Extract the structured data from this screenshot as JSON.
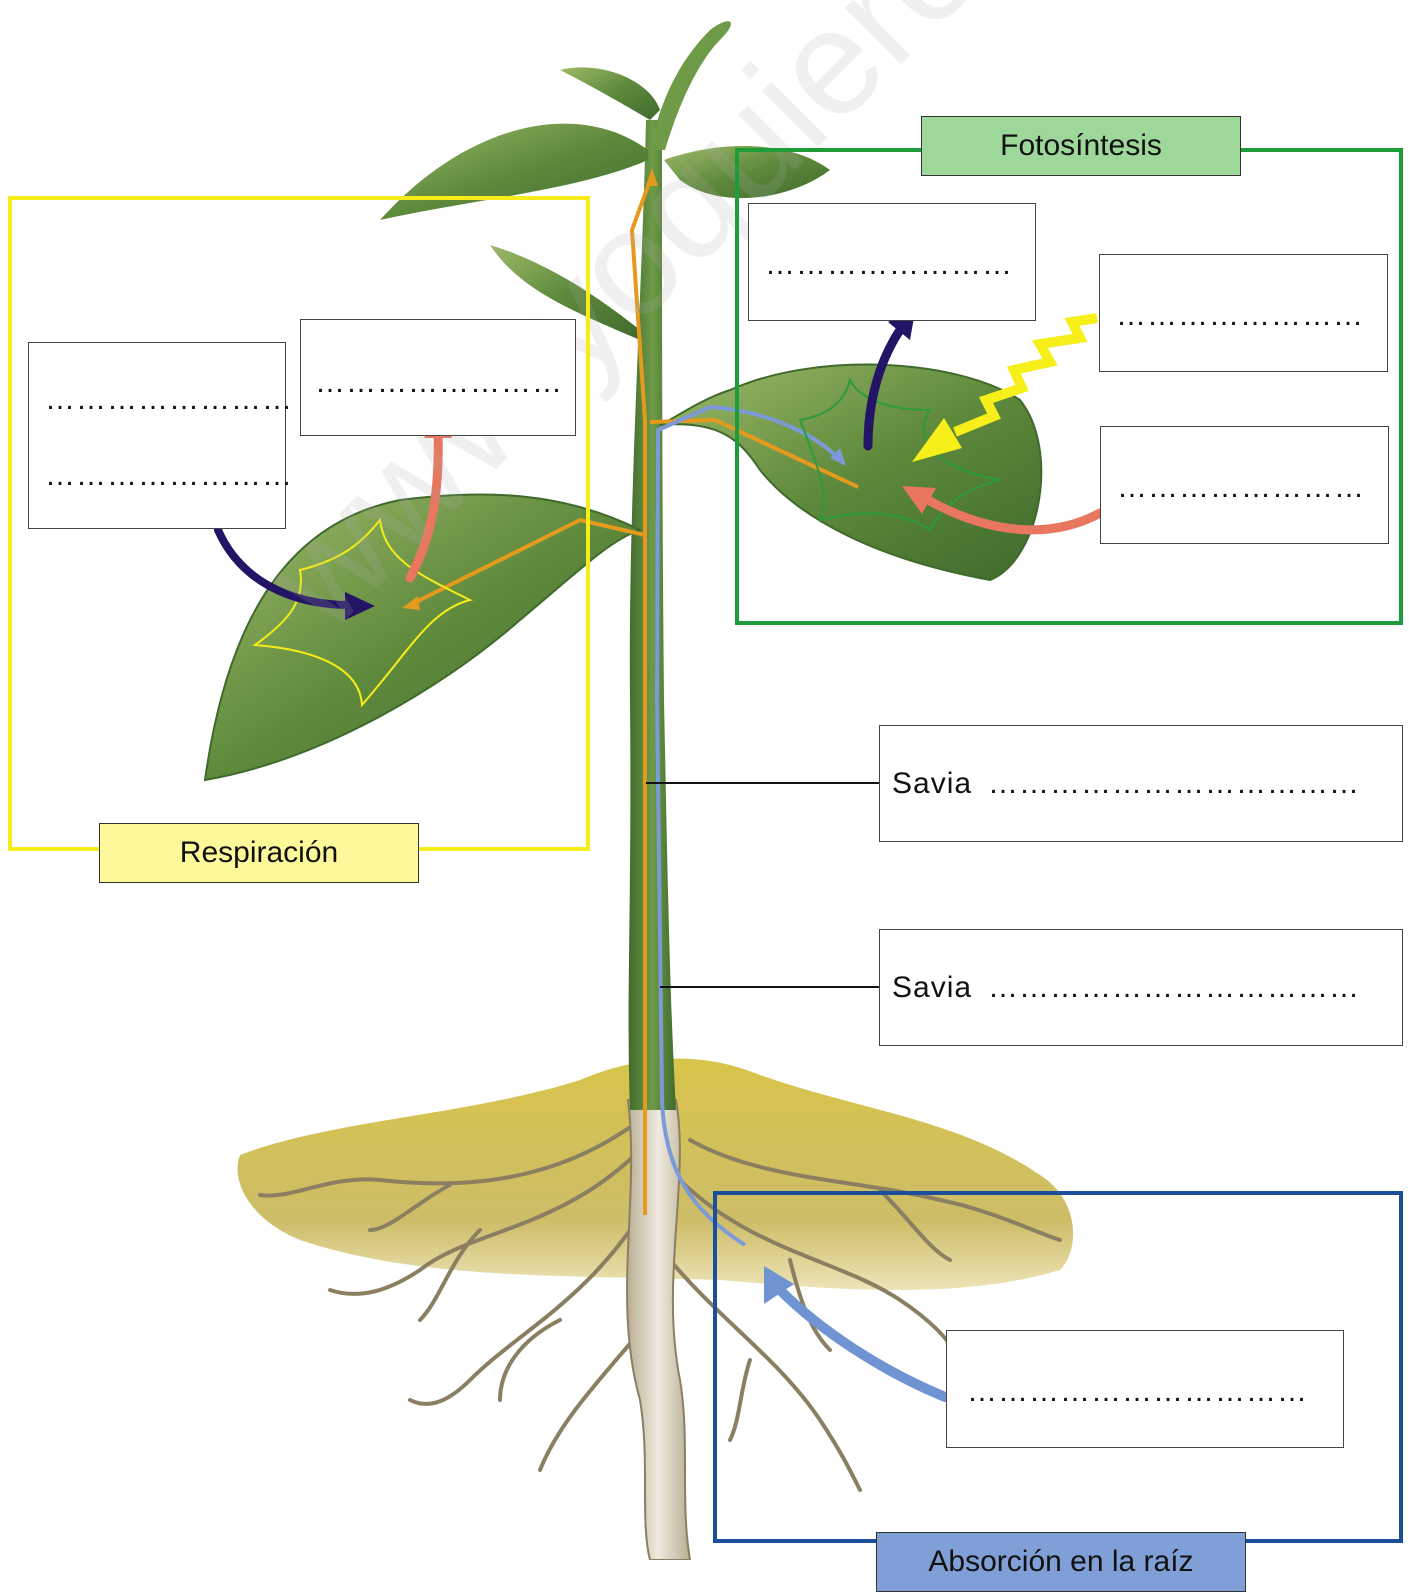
{
  "watermark": "www.yoquieroaprobar.es",
  "colors": {
    "respiracion_frame": "#f5ec1a",
    "respiracion_title_bg": "#fdf99a",
    "fotosintesis_frame": "#1f9c3a",
    "fotosintesis_title_bg": "#9ed79a",
    "absorcion_frame": "#1b4f9c",
    "absorcion_title_bg": "#7f9fd6",
    "arrow_dark": "#231466",
    "arrow_salmon": "#e9765e",
    "arrow_yellow": "#f6ef1a",
    "arrow_blue": "#7094d2",
    "sap_orange": "#e59a1e",
    "sap_blue": "#7c9ad8"
  },
  "regions": {
    "respiracion": {
      "title": "Respiración"
    },
    "fotosintesis": {
      "title": "Fotosíntesis"
    },
    "absorcion": {
      "title": "Absorción en la raíz"
    }
  },
  "blanks": {
    "respiracion_in_line1": "……………………",
    "respiracion_in_line2": "……………………",
    "respiracion_out": "……………………",
    "fotosintesis_out": "……………………",
    "fotosintesis_light": "……………………",
    "fotosintesis_in": "……………………",
    "absorcion": "……………………………"
  },
  "savia": [
    {
      "label": "Savia",
      "blank": "………………………………"
    },
    {
      "label": "Savia",
      "blank": "………………………………"
    }
  ]
}
